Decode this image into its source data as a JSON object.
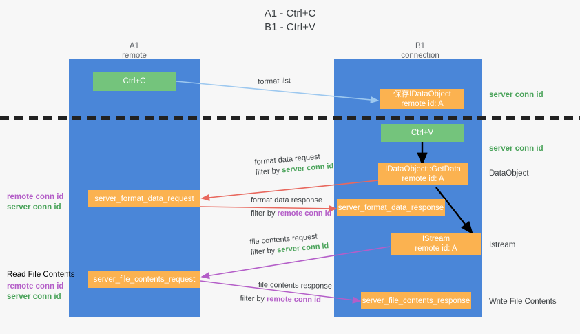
{
  "title": {
    "line1": "A1 - Ctrl+C",
    "line2": "B1 - Ctrl+V"
  },
  "columns": [
    {
      "name": "A1",
      "sub": "remote"
    },
    {
      "name": "B1",
      "sub": "connection"
    }
  ],
  "nodes": {
    "ctrl_c": {
      "label": "Ctrl+C",
      "sub": ""
    },
    "ctrl_v": {
      "label": "Ctrl+V",
      "sub": ""
    },
    "save_idataobject": {
      "label": "保存IDataObject",
      "sub": "remote id: A"
    },
    "getdata": {
      "label": "IDataObject::GetData",
      "sub": "remote id: A"
    },
    "istream": {
      "label": "IStream",
      "sub": "remote id: A"
    },
    "fmt_req": {
      "label": "server_format_data_request",
      "sub": ""
    },
    "fmt_resp": {
      "label": "server_format_data_response",
      "sub": ""
    },
    "file_req": {
      "label": "server_file_contents_request",
      "sub": ""
    },
    "file_resp": {
      "label": "server_file_contents_response",
      "sub": ""
    }
  },
  "right_labels": [
    {
      "text": "server conn id",
      "kind": "green"
    },
    {
      "text": "server conn id",
      "kind": "green"
    },
    {
      "text": "DataObject",
      "kind": "dark"
    },
    {
      "text": "Istream",
      "kind": "dark"
    },
    {
      "text": "Write File Contents",
      "kind": "dark"
    }
  ],
  "left_labels": {
    "group1": {
      "remote": "remote conn id",
      "server": "server conn id"
    },
    "group2": {
      "heading": "Read File Contents",
      "remote": "remote conn id",
      "server": "server conn id"
    }
  },
  "edges": {
    "format_list": {
      "text": "format list"
    },
    "fmt_data_request": {
      "text": "format data request",
      "filter_prefix": "filter by ",
      "filter_id": "server conn id",
      "filter_kind": "server"
    },
    "fmt_data_response": {
      "text": "format data response",
      "filter_prefix": "filter by ",
      "filter_id": "remote conn id",
      "filter_kind": "remote"
    },
    "file_contents_request": {
      "text": "file contents request",
      "filter_prefix": "filter by ",
      "filter_id": "server conn id",
      "filter_kind": "server"
    },
    "file_contents_response": {
      "text": "file contents response",
      "filter_prefix": "filter by ",
      "filter_id": "remote conn id",
      "filter_kind": "remote"
    }
  },
  "colors": {
    "lane": "#4a86d8",
    "orange": "#fbb250",
    "green_box": "#74c47c",
    "green_text": "#4aa35a",
    "magenta": "#b45ec8",
    "red_arrow": "#e8685e",
    "light_blue_arrow": "#9dc8ef",
    "black_arrow": "#000000"
  }
}
